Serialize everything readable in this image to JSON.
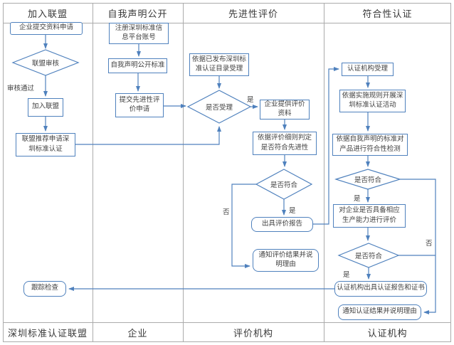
{
  "lanes": {
    "headers": [
      "加入联盟",
      "自我声明公开",
      "先进性评价",
      "符合性认证"
    ],
    "footers": [
      "深圳标准认证联盟",
      "企业",
      "评价机构",
      "认证机构"
    ]
  },
  "nodes": {
    "submit_materials": {
      "label": "企业提交资料申请"
    },
    "alliance_review": {
      "label": "联盟审核"
    },
    "join_alliance": {
      "label": "加入联盟"
    },
    "alliance_recommend": {
      "label": "联盟推荐申请深\n圳标准认证"
    },
    "register_account": {
      "label": "注册深圳标准信\n息平台账号"
    },
    "self_declare": {
      "label": "自我声明公开标准"
    },
    "submit_eval_apply": {
      "label": "提交先进性评\n价申请"
    },
    "accept_by_catalog": {
      "label": "依据已发布深圳标\n准认证目录受理"
    },
    "accept_decision": {
      "label": "是否受理"
    },
    "provide_materials": {
      "label": "企业提供评价\n资料"
    },
    "judge_by_rules": {
      "label": "依据评价细则判定\n是否符合先进性"
    },
    "eval_conform": {
      "label": "是否符合"
    },
    "issue_eval_report": {
      "label": "出具评价报告"
    },
    "notify_eval_result": {
      "label": "通知评价结果并说\n明理由"
    },
    "cert_accept": {
      "label": "认证机构受理"
    },
    "carry_out_cert": {
      "label": "依据实施规则开展深\n圳标准认证活动"
    },
    "conformity_test": {
      "label": "依据自我声明的标准对\n产品进行符合性检测"
    },
    "cert_conform_1": {
      "label": "是否符合"
    },
    "capacity_eval": {
      "label": "对企业是否具备相应\n生产能力进行评价"
    },
    "cert_conform_2": {
      "label": "是否符合"
    },
    "issue_cert": {
      "label": "认证机构出具认证报告和证书"
    },
    "notify_cert_result": {
      "label": "通知认证结果并说明理由"
    },
    "tracking_check": {
      "label": "跟踪检查"
    }
  },
  "edge_labels": {
    "yes": "是",
    "no": "否",
    "review_passed": "审核通过"
  },
  "colors": {
    "flow_blue": "#4f81bd",
    "grid_gray": "#ababab",
    "text": "#404040",
    "background": "#ffffff"
  }
}
